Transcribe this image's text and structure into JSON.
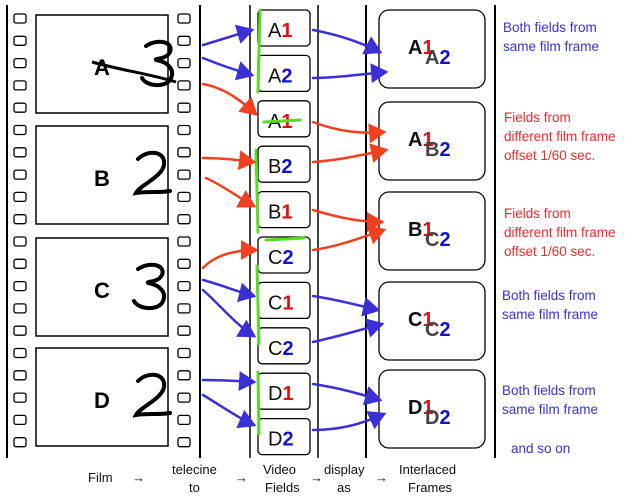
{
  "film_frames": [
    {
      "letter": "A",
      "count": "3"
    },
    {
      "letter": "B",
      "count": "2"
    },
    {
      "letter": "C",
      "count": "3"
    },
    {
      "letter": "D",
      "count": "2"
    }
  ],
  "video_fields": [
    {
      "letter": "A",
      "num": "1"
    },
    {
      "letter": "A",
      "num": "2"
    },
    {
      "letter": "A",
      "num": "1"
    },
    {
      "letter": "B",
      "num": "2"
    },
    {
      "letter": "B",
      "num": "1"
    },
    {
      "letter": "C",
      "num": "2"
    },
    {
      "letter": "C",
      "num": "1"
    },
    {
      "letter": "C",
      "num": "2"
    },
    {
      "letter": "D",
      "num": "1"
    },
    {
      "letter": "D",
      "num": "2"
    }
  ],
  "interlaced_frames": [
    {
      "top_letter": "A",
      "top_num": "1",
      "bottom_letter": "A",
      "bottom_num": "2"
    },
    {
      "top_letter": "A",
      "top_num": "1",
      "bottom_letter": "B",
      "bottom_num": "2"
    },
    {
      "top_letter": "B",
      "top_num": "1",
      "bottom_letter": "C",
      "bottom_num": "2"
    },
    {
      "top_letter": "C",
      "top_num": "1",
      "bottom_letter": "C",
      "bottom_num": "2"
    },
    {
      "top_letter": "D",
      "top_num": "1",
      "bottom_letter": "D",
      "bottom_num": "2"
    }
  ],
  "annotations": [
    {
      "lines": [
        "Both fields from",
        "same film frame"
      ],
      "color": "#3b2fd6"
    },
    {
      "lines": [
        "Fields from",
        "different film frame",
        "offset 1/60 sec."
      ],
      "color": "#ee2a2a"
    },
    {
      "lines": [
        "Fields from",
        "different film frame",
        "offset 1/60 sec."
      ],
      "color": "#ee2a2a"
    },
    {
      "lines": [
        "Both fields from",
        "same film frame"
      ],
      "color": "#3b2fd6"
    },
    {
      "lines": [
        "Both fields from",
        "same film frame"
      ],
      "color": "#3b2fd6"
    },
    {
      "lines": [
        "and so on"
      ],
      "color": "#3b2fd6"
    }
  ],
  "footer": {
    "film": "Film",
    "arrow": "→",
    "telecine": [
      "telecine",
      "to"
    ],
    "video": [
      "Video",
      "Fields"
    ],
    "display": [
      "display",
      "as"
    ],
    "interlaced": [
      "Interlaced",
      "Frames"
    ]
  },
  "colors": {
    "blue_arrow": "#3b2fd6",
    "red_arrow": "#f04020",
    "green_marker": "#55dd22",
    "num_red": "#dd1111",
    "num_blue": "#1111cc",
    "ink": "#111111"
  }
}
